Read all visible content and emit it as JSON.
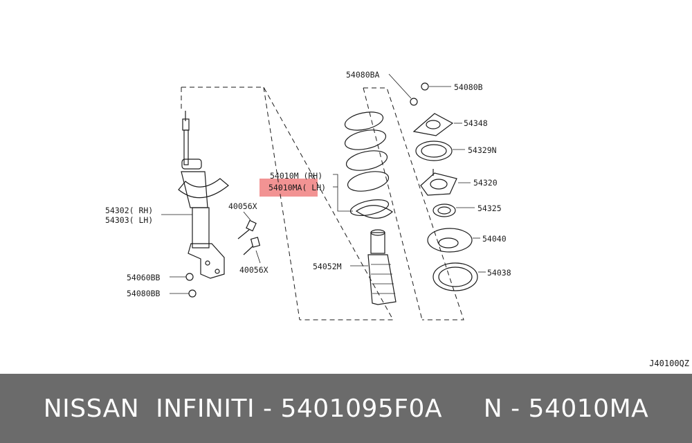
{
  "diagram": {
    "highlight_color": "#f08080",
    "labels": {
      "p54080BA": "54080BA",
      "p54080B": "54080B",
      "p54348": "54348",
      "p54329N": "54329N",
      "p54320": "54320",
      "p54325": "54325",
      "p54040": "54040",
      "p54038": "54038",
      "p54052M": "54052M",
      "p54010M": "54010M (RH)",
      "p54010MA": "54010MA( LH)",
      "p54302": "54302( RH)",
      "p54303": "54303( LH)",
      "p40056X_top": "40056X",
      "p40056X_bot": "40056X",
      "p54060BB": "54060BB",
      "p54080BB": "54080BB"
    },
    "reference_code": "J40100QZ"
  },
  "footer": {
    "text": "NISSAN  INFINITI - 5401095F0A     N - 54010MA",
    "background": "#6b6b6b"
  }
}
